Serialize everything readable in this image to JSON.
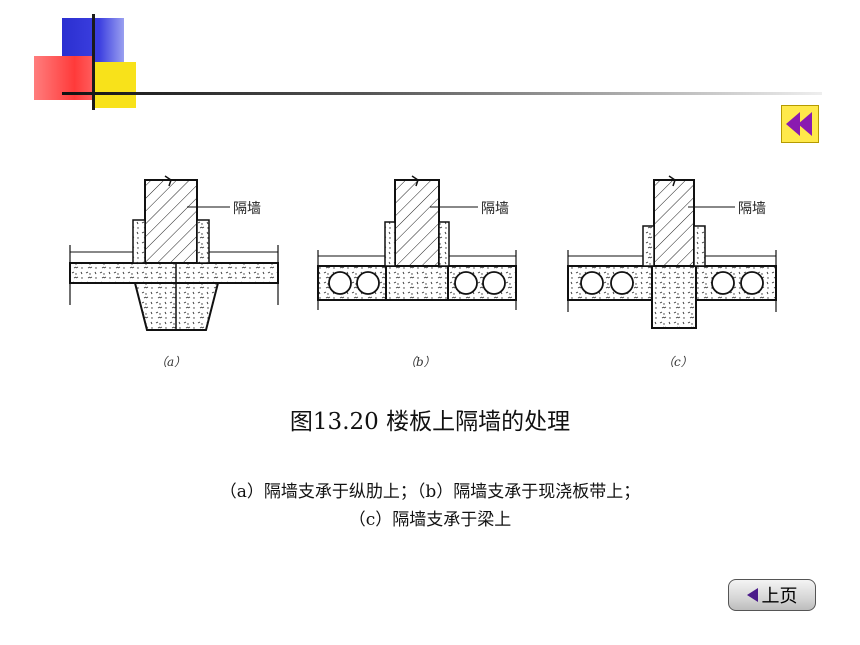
{
  "figure": {
    "wall_label": "隔墙",
    "panels": [
      {
        "label": "（a）"
      },
      {
        "label": "（b）"
      },
      {
        "label": "（c）"
      }
    ]
  },
  "caption": "图13.20  楼板上隔墙的处理",
  "legend": {
    "line1": "（a）隔墙支承于纵肋上；（b）隔墙支承于现浇板带上；",
    "line2": "（c）隔墙支承于梁上"
  },
  "nav": {
    "back_icon": "double-left-arrow-icon",
    "prev_label": "上页"
  },
  "colors": {
    "accent_blue": "#2a2fd0",
    "accent_red": "#ff3a3a",
    "accent_yellow": "#f8e21a",
    "back_arrow": "#8a1ab0"
  }
}
